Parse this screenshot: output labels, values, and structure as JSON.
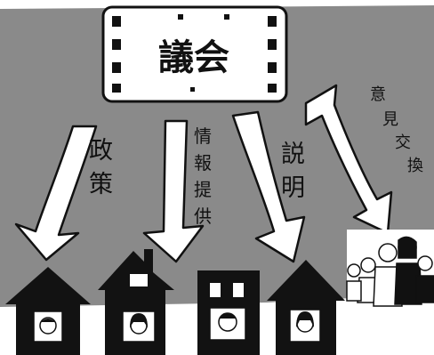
{
  "assembly": {
    "label": "議会"
  },
  "flows": [
    {
      "id": "policy",
      "label": "政策"
    },
    {
      "id": "info",
      "label": "情報提供"
    },
    {
      "id": "explain",
      "label": "説明"
    },
    {
      "id": "exchange",
      "label": "意見交換"
    }
  ],
  "colors": {
    "background": "#8a8a8a",
    "arrow_fill": "#ffffff",
    "outline": "#111111",
    "house": "#121212"
  },
  "icons": {
    "houses": "house-icon",
    "people": "residents-group-icon"
  }
}
